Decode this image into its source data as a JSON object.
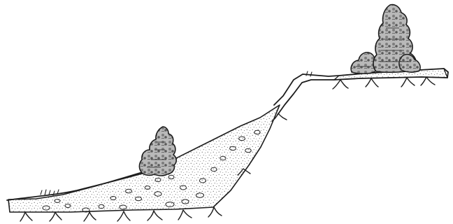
{
  "diagram": {
    "kind": "geologic-cross-section-sketch",
    "palette": {
      "ink": "#1f1f1f",
      "paper": "#ffffff",
      "shade": "#6d6d6d",
      "light_shade": "#d9d9d9"
    },
    "elements": [
      "upper-plateau",
      "cliff-face",
      "talus-deposit",
      "lower-shrub",
      "upper-shrubs",
      "ground-roots"
    ]
  }
}
